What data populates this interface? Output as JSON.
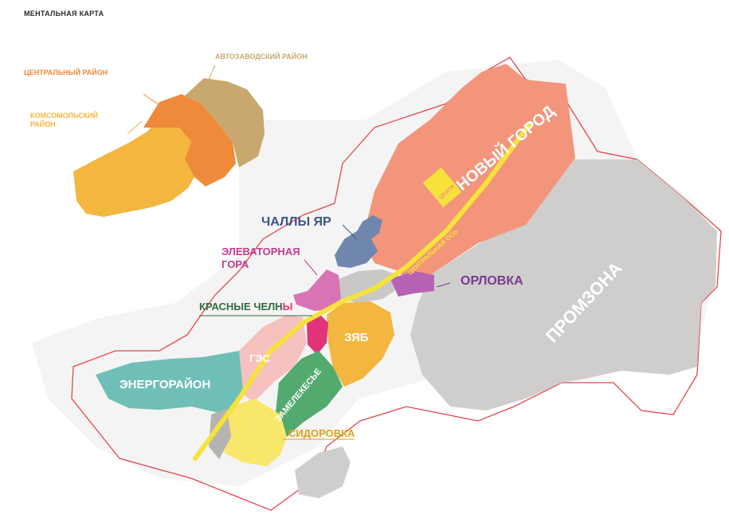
{
  "title": "МЕНТАЛЬНАЯ КАРТА",
  "inset": {
    "labels": {
      "central": "ЦЕНТРАЛЬНЫЙ РАЙОН",
      "avtozavod": "АВТОЗАВОДСКИЙ РАЙОН",
      "komsomol_1": "КОМСОМОЛЬСКИЙ",
      "komsomol_2": "РАЙОН"
    },
    "colors": {
      "central": "#ee8a3a",
      "avtozavod": "#c8a86e",
      "komsomol": "#f3b63f"
    }
  },
  "areas": {
    "novy_gorod": "НОВЫЙ ГОРОД",
    "centr": "ЦЕНТР",
    "central_axis": "ЦЕНТРАЛЬНАЯ ОСЬ",
    "chally_yar": "ЧАЛЛЫ ЯР",
    "elevatornaya_1": "ЭЛЕВАТОРНАЯ",
    "elevatornaya_2": "ГОРА",
    "orlovka": "ОРЛОВКА",
    "promzona": "ПРОМЗОНА",
    "krasnye_chelny_main": "КРАСНЫЕ ЧЕЛН",
    "krasnye_chelny_tail": "Ы",
    "zyab": "ЗЯБ",
    "ges": "ГЭС",
    "energorayon": "ЭНЕРГОРАЙОН",
    "zamelekesye": "ЗАМЕЛЕКЕСЬЕ",
    "sidorovka": "СИДОРОВКА"
  },
  "colors": {
    "novy_gorod": "#f2957a",
    "axis": "#f6e23a",
    "centr": "#f6e23a",
    "chally_yar": "#6f86ad",
    "elevatornaya": "#d873b6",
    "orlovka": "#b862b4",
    "promzona": "#cfcecc",
    "krasnye_chelny": "#e0337a",
    "zyab": "#f3b63f",
    "ges": "#f5c2c0",
    "energorayon": "#6fbfb8",
    "zamelekesye": "#52aa6e",
    "sidorovka": "#f8e76a",
    "gray_zone": "#c9c8c6",
    "boundary": "#e0484e",
    "label_chally_yar": "#3d5688",
    "label_elevatornaya": "#c23b8e",
    "label_orlovka": "#7a3a8e",
    "label_krasnye": "#2f6b3f",
    "label_sidorovka": "#e0a21a"
  }
}
